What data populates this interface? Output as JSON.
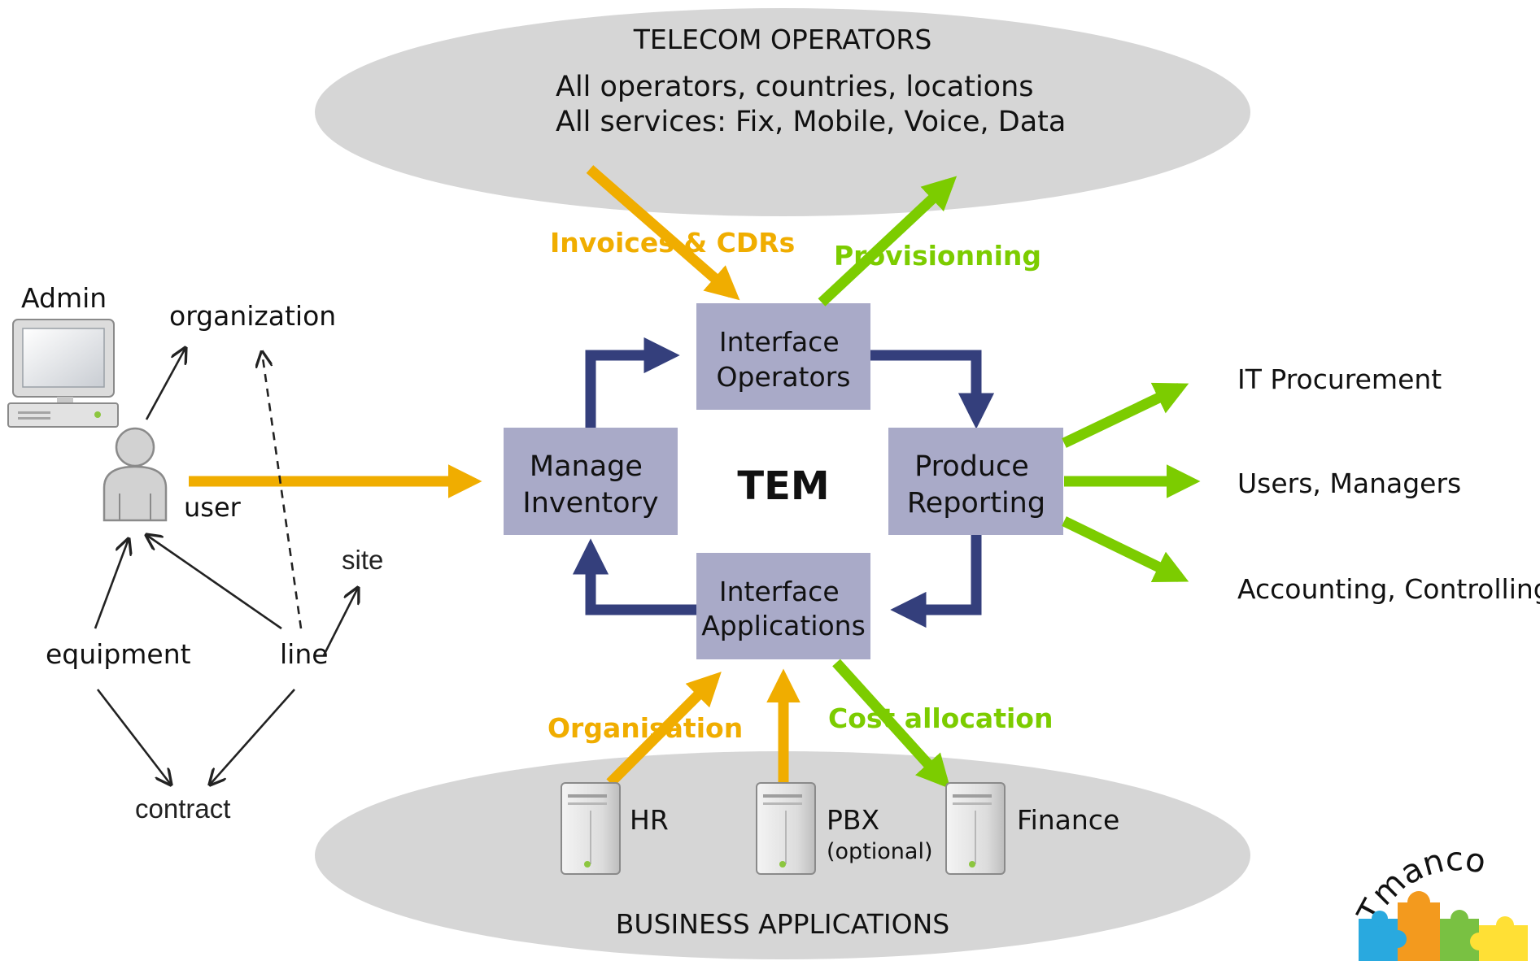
{
  "colors": {
    "ellipse": "#d6d6d6",
    "box": "#a9aac8",
    "navy": "#343f7c",
    "orange": "#f0ad00",
    "green": "#7ccc00"
  },
  "top_cloud": {
    "title": "TELECOM OPERATORS",
    "line1": "All operators, countries, locations",
    "line2": "All services: Fix, Mobile, Voice, Data"
  },
  "bottom_cloud": {
    "title": "BUSINESS APPLICATIONS"
  },
  "flows": {
    "invoices": "Invoices & CDRs",
    "provisioning": "Provisionning",
    "organisation": "Organisation",
    "cost_allocation": "Cost allocation"
  },
  "boxes": {
    "interface_operators": [
      "Interface",
      "Operators"
    ],
    "manage_inventory": [
      "Manage",
      "Inventory"
    ],
    "produce_reporting": [
      "Produce",
      "Reporting"
    ],
    "interface_applications": [
      "Interface",
      "Applications"
    ]
  },
  "center_label": "TEM",
  "outputs": [
    "IT Procurement",
    "Users, Managers",
    "Accounting, Controlling"
  ],
  "servers": {
    "hr": "HR",
    "pbx": "PBX",
    "pbx_note": "(optional)",
    "finance": "Finance"
  },
  "model": {
    "admin": "Admin",
    "organization": "organization",
    "user": "user",
    "site": "site",
    "equipment": "equipment",
    "line": "line",
    "contract": "contract"
  },
  "logo": {
    "text": "Tmanco"
  },
  "icons": [
    "computer-icon",
    "user-icon",
    "server-icon",
    "puzzle-icon"
  ]
}
